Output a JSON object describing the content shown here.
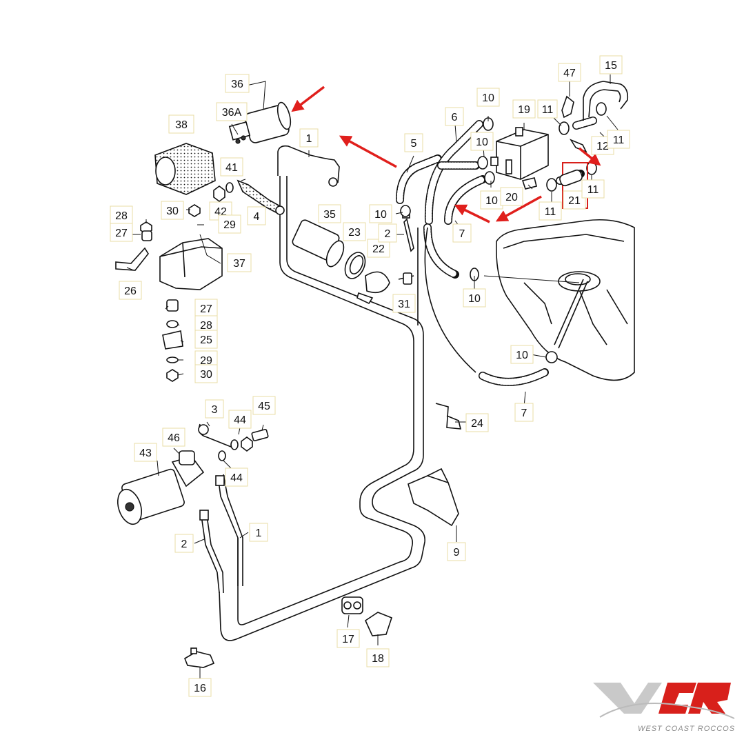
{
  "callouts": [
    {
      "id": "c-36",
      "label": "36"
    },
    {
      "id": "c-36a",
      "label": "36A"
    },
    {
      "id": "c-38",
      "label": "38"
    },
    {
      "id": "c-1-top",
      "label": "1"
    },
    {
      "id": "c-5",
      "label": "5"
    },
    {
      "id": "c-6",
      "label": "6"
    },
    {
      "id": "c-10-a",
      "label": "10"
    },
    {
      "id": "c-19",
      "label": "19"
    },
    {
      "id": "c-11-a",
      "label": "11"
    },
    {
      "id": "c-47",
      "label": "47"
    },
    {
      "id": "c-15",
      "label": "15"
    },
    {
      "id": "c-41",
      "label": "41"
    },
    {
      "id": "c-42",
      "label": "42"
    },
    {
      "id": "c-4",
      "label": "4"
    },
    {
      "id": "c-30-a",
      "label": "30"
    },
    {
      "id": "c-28-a",
      "label": "28"
    },
    {
      "id": "c-27-a",
      "label": "27"
    },
    {
      "id": "c-29-a",
      "label": "29"
    },
    {
      "id": "c-35",
      "label": "35"
    },
    {
      "id": "c-23",
      "label": "23"
    },
    {
      "id": "c-22",
      "label": "22"
    },
    {
      "id": "c-31",
      "label": "31"
    },
    {
      "id": "c-10-b",
      "label": "10"
    },
    {
      "id": "c-2-top",
      "label": "2"
    },
    {
      "id": "c-10-c",
      "label": "10"
    },
    {
      "id": "c-10-d",
      "label": "10"
    },
    {
      "id": "c-20",
      "label": "20"
    },
    {
      "id": "c-11-b",
      "label": "11"
    },
    {
      "id": "c-21",
      "label": "21"
    },
    {
      "id": "c-11-c",
      "label": "11"
    },
    {
      "id": "c-12",
      "label": "12"
    },
    {
      "id": "c-11-d",
      "label": "11"
    },
    {
      "id": "c-7-a",
      "label": "7"
    },
    {
      "id": "c-37",
      "label": "37"
    },
    {
      "id": "c-26",
      "label": "26"
    },
    {
      "id": "c-27-b",
      "label": "27"
    },
    {
      "id": "c-28-b",
      "label": "28"
    },
    {
      "id": "c-25",
      "label": "25"
    },
    {
      "id": "c-29-b",
      "label": "29"
    },
    {
      "id": "c-30-b",
      "label": "30"
    },
    {
      "id": "c-10-e",
      "label": "10"
    },
    {
      "id": "c-10-f",
      "label": "10"
    },
    {
      "id": "c-7-b",
      "label": "7"
    },
    {
      "id": "c-24",
      "label": "24"
    },
    {
      "id": "c-3",
      "label": "3"
    },
    {
      "id": "c-44-a",
      "label": "44"
    },
    {
      "id": "c-45",
      "label": "45"
    },
    {
      "id": "c-43",
      "label": "43"
    },
    {
      "id": "c-46",
      "label": "46"
    },
    {
      "id": "c-44-b",
      "label": "44"
    },
    {
      "id": "c-2-bottom",
      "label": "2"
    },
    {
      "id": "c-1-bottom",
      "label": "1"
    },
    {
      "id": "c-9",
      "label": "9"
    },
    {
      "id": "c-17",
      "label": "17"
    },
    {
      "id": "c-18",
      "label": "18"
    },
    {
      "id": "c-16",
      "label": "16"
    }
  ],
  "logo": {
    "mark": "WCR",
    "caption": "WEST COAST ROCCOS"
  },
  "colors": {
    "arrow": "#e01f1c",
    "highlight": "#d8201b",
    "callout_box_border": "#e8dca6",
    "line": "#111111"
  }
}
